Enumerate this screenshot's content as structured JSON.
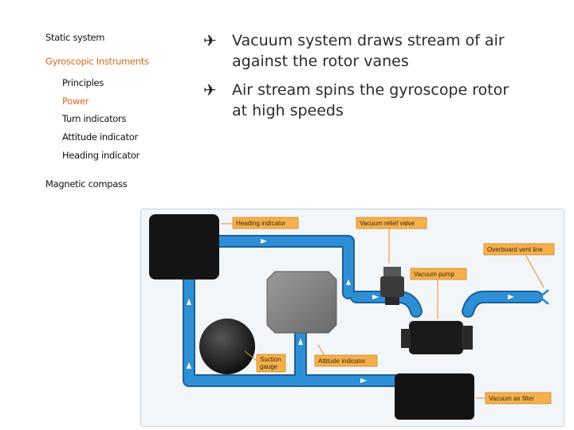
{
  "nav": {
    "items": [
      {
        "label": "Static system"
      },
      {
        "label": "Gyroscopic Instruments"
      },
      {
        "label": "Principles"
      },
      {
        "label": "Power"
      },
      {
        "label": "Turn indicators"
      },
      {
        "label": "Attitude indicator"
      },
      {
        "label": "Heading indicator"
      },
      {
        "label": "Magnetic compass"
      }
    ]
  },
  "bullets": [
    {
      "icon": "airplane-icon",
      "text_1": "Vacuum system draws stream of air",
      "text_2": "against the rotor vanes"
    },
    {
      "icon": "airplane-icon",
      "text_1": "Air stream spins the gyroscope rotor",
      "text_2": "at high speeds"
    }
  ],
  "diagram": {
    "labels": {
      "heading_indicator": "Heading indicator",
      "vacuum_relief_valve": "Vacuum relief valve",
      "overboard_vent_line": "Overboard vent line",
      "vacuum_pump": "Vacuum pump",
      "suction_gauge_1": "Suction",
      "suction_gauge_2": "gauge",
      "attitude_indicator": "Attitude indicator",
      "vacuum_air_filter": "Vacuum air filter"
    },
    "colors": {
      "pipe": "#2e8fd6",
      "pipe_edge": "#1c5f99",
      "callout_fill": "#f6b04a",
      "callout_stroke": "#c9862a",
      "callout_line": "#e8892a",
      "active_nav": "#d2691e"
    }
  }
}
